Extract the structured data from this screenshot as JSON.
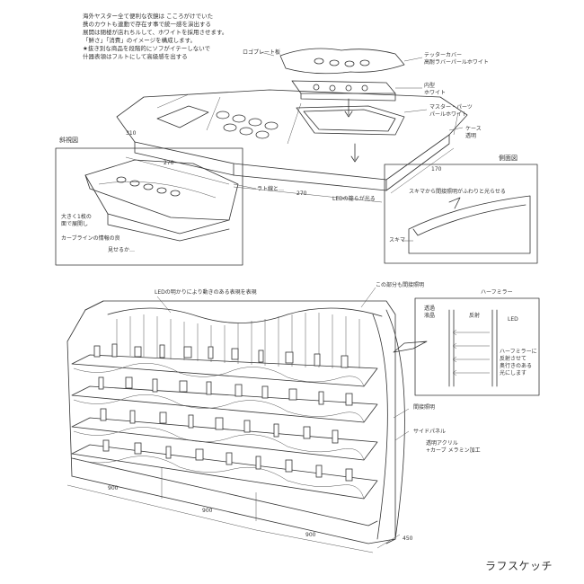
{
  "caption": "ラフスケッチ",
  "notes": {
    "top_note": "海外ヤスター全て便利な衣鏡は こころがけでいた\n携のカウトも連動で存在す事で統一感を演出する\n展開は閉楼が店れちルして、ホワイトを採用させます。\n「鮮さ」「消費」のイメージを構成します。\n★抜き別な商品を段階的にソフがイテーしないで\n什器表領はフルトにして高級感を出する",
    "led_note": "LEDの明かりにより動きのある表現を表現",
    "mirror_note": "この部分も間接照明"
  },
  "top_sketch_labels": {
    "logo_plate": "ロゴプレート板",
    "center_cover": "テッターカバー\n高耐ラバーパールホワイト",
    "insert_panel": "内型\nホワイト",
    "master_parts": "マスター・パーツ\nパールホワイト",
    "case": "ケース\n透明",
    "led_slot": "LEDの籠らが光る",
    "dim_a": "270",
    "dim_b": "270",
    "dim_c": "310",
    "dim_d": "170"
  },
  "perspective_view": {
    "title": "斜視図",
    "note1": "大きく1枚の\n面で展開し",
    "note2": "カーブラインの情報の良",
    "note3": "見せるか…",
    "side_label": "ラト線と…"
  },
  "side_view": {
    "title": "側面図",
    "note": "スキマから間接照明がふわりと光らせる",
    "gap_label": "スキマ"
  },
  "mirror_detail": {
    "title": "ハーフミラー",
    "glass_label": "透過\n液晶",
    "board_label": "反射",
    "led_label": "LED",
    "explain": "ハーフミラーに\n反射させて\n奥行きのある\n光にします"
  },
  "display_labels": {
    "side_light": "間接照明",
    "side_panel": "サイドパネル",
    "material": "透明アクリル\n+カーブ メラミン加工",
    "dim_width": "900",
    "dim_mid": "900",
    "dim_right": "900",
    "dim_depth": "450"
  }
}
